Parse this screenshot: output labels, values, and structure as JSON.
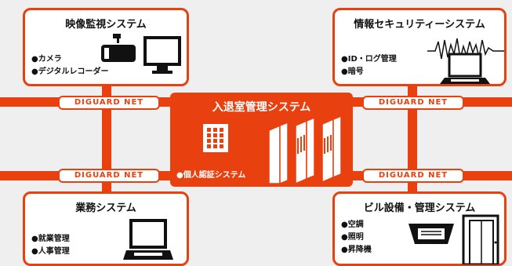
{
  "colors": {
    "accent": "#e8400f",
    "background": "#efefef"
  },
  "brand_tag": "DIGUARD NET",
  "center": {
    "title": "入退室管理システム",
    "bullet": "●個人認証システム"
  },
  "video": {
    "title": "映像監視システム",
    "bullets": [
      "●カメラ",
      "●デジタルレコーダー"
    ]
  },
  "security": {
    "title": "情報セキュリティーシステム",
    "bullets": [
      "●ID・ログ管理",
      "●暗号"
    ]
  },
  "business": {
    "title": "業務システム",
    "bullets": [
      "●就業管理",
      "●人事管理"
    ]
  },
  "building": {
    "title": "ビル設備・管理システム",
    "bullets": [
      "●空調",
      "●照明",
      "●昇降機"
    ]
  }
}
